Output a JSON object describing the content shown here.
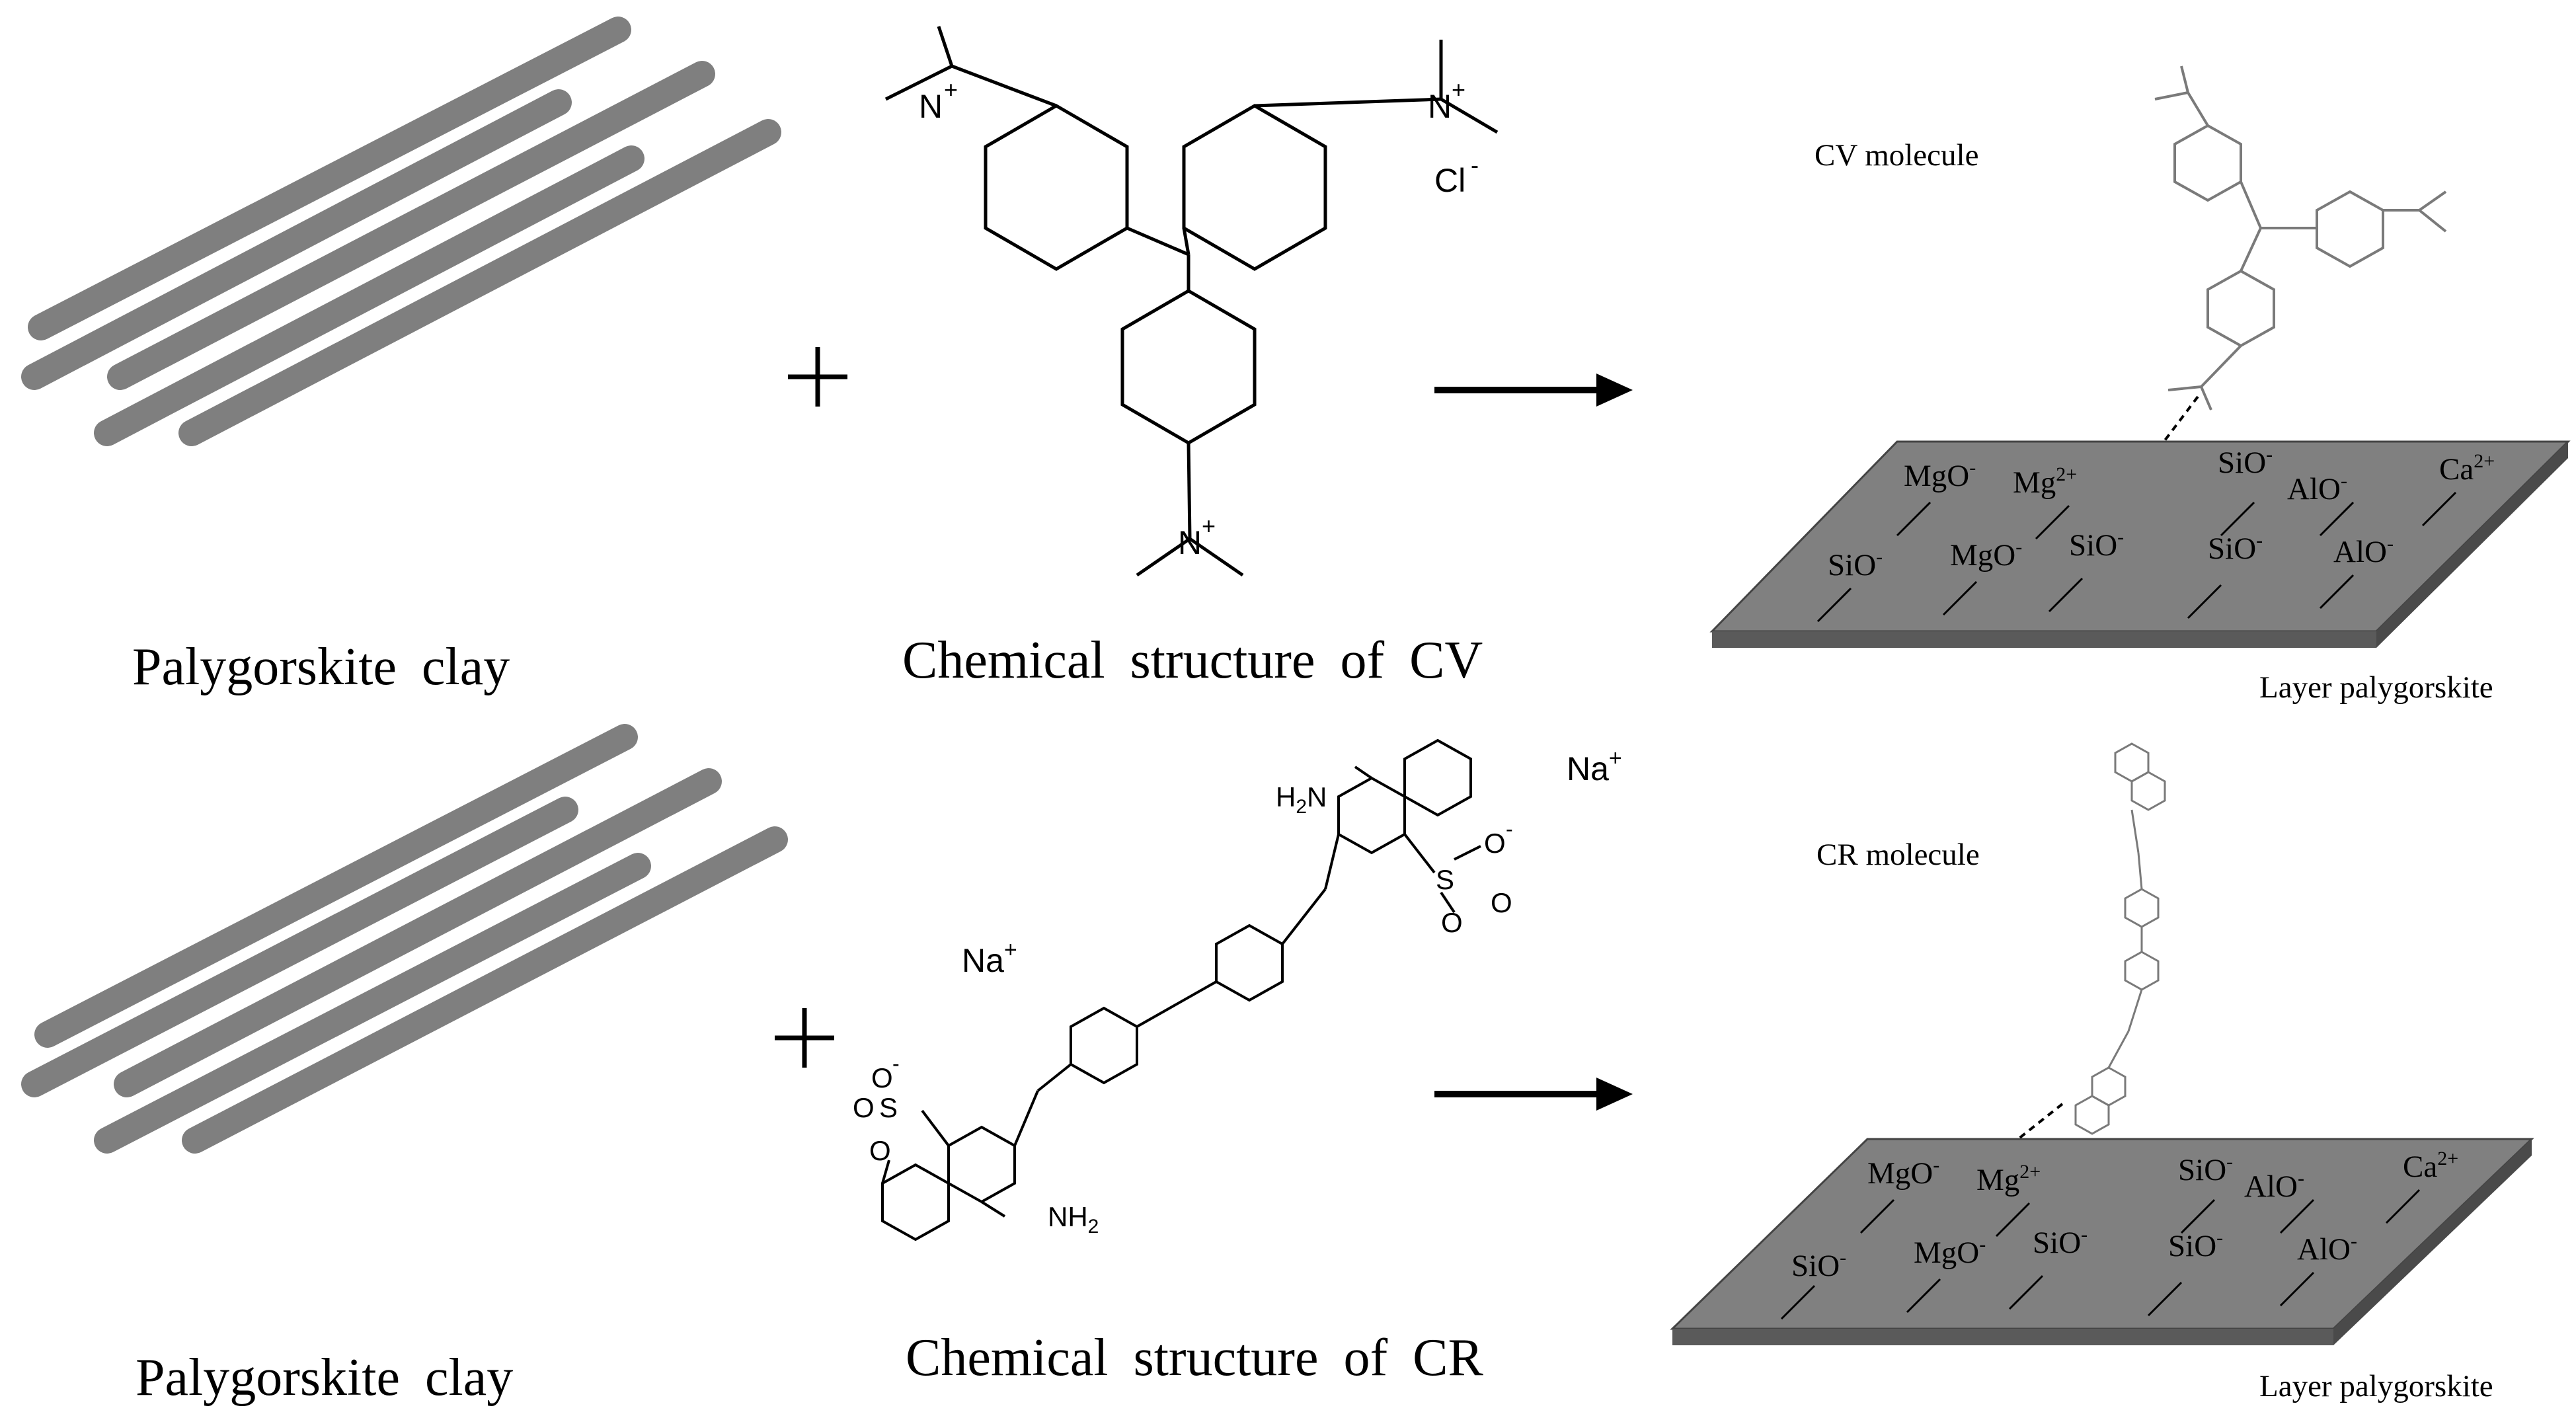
{
  "colors": {
    "rod": "#7f7f7f",
    "surface_top": "#808080",
    "surface_side": "#5a5a5a",
    "molecule_faint": "#7a7a7a"
  },
  "top_row": {
    "clay_caption": "Palygorskite clay",
    "plus": "+",
    "structure_caption": "Chemical structure of CV",
    "counter_ion": "Cl",
    "counter_ion_charge": "-",
    "molecule_label": "CV molecule",
    "layer_label": "Layer palygorskite",
    "surface_ions": [
      {
        "base": "MgO",
        "sup": "-"
      },
      {
        "base": "Mg",
        "sup": "2+"
      },
      {
        "base": "SiO",
        "sup": "-"
      },
      {
        "base": "AlO",
        "sup": "-"
      },
      {
        "base": "Ca",
        "sup": "2+"
      },
      {
        "base": "SiO",
        "sup": "-"
      },
      {
        "base": "MgO",
        "sup": "-"
      },
      {
        "base": "SiO",
        "sup": "-"
      },
      {
        "base": "SiO",
        "sup": "-"
      },
      {
        "base": "AlO",
        "sup": "-"
      }
    ]
  },
  "bottom_row": {
    "clay_caption": "Palygorskite clay",
    "plus": "+",
    "structure_caption": "Chemical structure of CR",
    "counter_ion_left": "Na",
    "counter_ion_right": "Na",
    "counter_ion_charge": "+",
    "molecule_label": "CR molecule",
    "layer_label": "Layer palygorskite",
    "surface_ions": [
      {
        "base": "MgO",
        "sup": "-"
      },
      {
        "base": "Mg",
        "sup": "2+"
      },
      {
        "base": "SiO",
        "sup": "-"
      },
      {
        "base": "AlO",
        "sup": "-"
      },
      {
        "base": "Ca",
        "sup": "2+"
      },
      {
        "base": "SiO",
        "sup": "-"
      },
      {
        "base": "MgO",
        "sup": "-"
      },
      {
        "base": "SiO",
        "sup": "-"
      },
      {
        "base": "SiO",
        "sup": "-"
      },
      {
        "base": "AlO",
        "sup": "-"
      }
    ]
  },
  "atoms": {
    "nitrogen": "N",
    "nitrogen_charge": "+",
    "nh2": "NH",
    "nh2_sub": "2",
    "h2n_h": "H",
    "h2n_n": "N",
    "sulfur": "S",
    "oxygen": "O",
    "o_minus": "-"
  }
}
